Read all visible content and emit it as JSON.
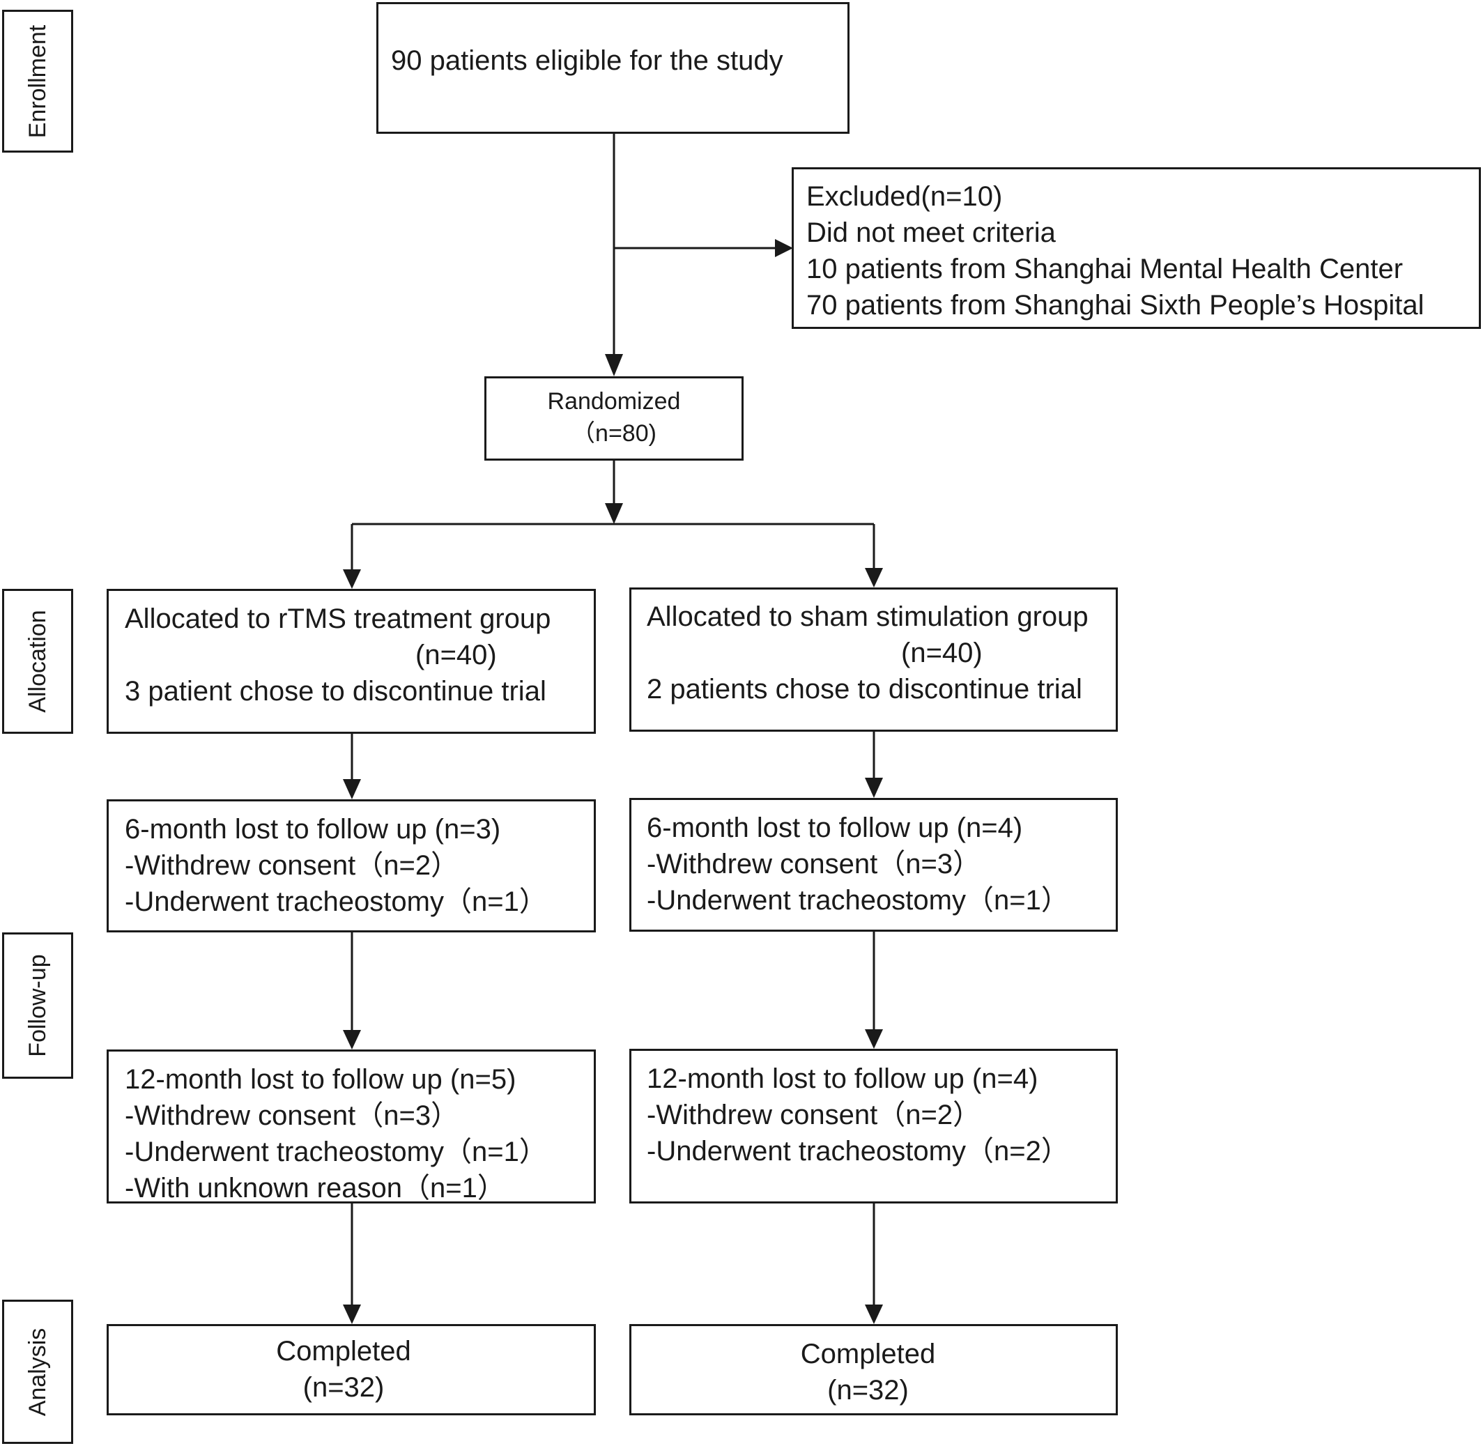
{
  "stages": {
    "enrollment": "Enrollment",
    "allocation": "Allocation",
    "follow_up": "Follow-up",
    "analysis": "Analysis"
  },
  "eligible": {
    "text": "90 patients eligible for the study"
  },
  "excluded": {
    "lines": [
      "Excluded(n=10)",
      "Did not meet criteria",
      "10 patients from Shanghai Mental Health Center",
      "70 patients from Shanghai Sixth People’s Hospital"
    ]
  },
  "randomized": {
    "label": "Randomized",
    "count": "（n=80)"
  },
  "groups": {
    "rtms": {
      "allocation": {
        "title": "Allocated to  rTMS treatment group",
        "count": "(n=40)",
        "note": "3 patient chose to discontinue trial"
      },
      "month6": {
        "lines": [
          "6-month lost to follow up (n=3)",
          "-Withdrew consent（n=2）",
          "-Underwent tracheostomy（n=1）"
        ]
      },
      "month12": {
        "lines": [
          "12-month lost to follow up (n=5)",
          "-Withdrew consent（n=3）",
          "-Underwent tracheostomy（n=1）",
          "-With unknown reason（n=1）"
        ]
      },
      "completed": {
        "label": "Completed",
        "count": "(n=32)"
      }
    },
    "sham": {
      "allocation": {
        "title": "Allocated to sham stimulation group",
        "count": "(n=40)",
        "note": "2 patients chose to discontinue trial"
      },
      "month6": {
        "lines": [
          "6-month lost to follow up (n=4)",
          "-Withdrew consent（n=3）",
          "-Underwent tracheostomy（n=1）"
        ]
      },
      "month12": {
        "lines": [
          "12-month lost to follow up (n=4)",
          "-Withdrew consent（n=2）",
          "-Underwent tracheostomy（n=2）"
        ]
      },
      "completed": {
        "label": "Completed",
        "count": "(n=32)"
      }
    }
  }
}
